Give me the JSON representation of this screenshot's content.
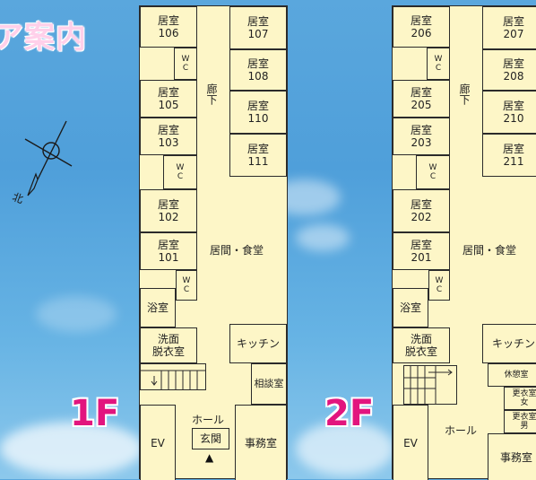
{
  "title": "ア案内",
  "compass_label": "北",
  "floors": [
    {
      "label": "1F",
      "rooms": {
        "r106": [
          "居室",
          "106"
        ],
        "r107": [
          "居室",
          "107"
        ],
        "r108": [
          "居室",
          "108"
        ],
        "r105": [
          "居室",
          "105"
        ],
        "r110": [
          "居室",
          "110"
        ],
        "r103": [
          "居室",
          "103"
        ],
        "r111": [
          "居室",
          "111"
        ],
        "r102": [
          "居室",
          "102"
        ],
        "r101": [
          "居室",
          "101"
        ],
        "wc1": [
          "W",
          "C"
        ],
        "wc2": [
          "W",
          "C"
        ],
        "wc3": [
          "W",
          "C"
        ],
        "corridor": "廊下",
        "living": "居間・食堂",
        "bath": "浴室",
        "wash": [
          "洗面",
          "脱衣室"
        ],
        "kitchen": "キッチン",
        "consult": "相談室",
        "ev": "EV",
        "hall": "ホール",
        "entrance": "玄関",
        "office": "事務室",
        "entrance_mark": "▲"
      }
    },
    {
      "label": "2F",
      "rooms": {
        "r206": [
          "居室",
          "206"
        ],
        "r207": [
          "居室",
          "207"
        ],
        "r208": [
          "居室",
          "208"
        ],
        "r205": [
          "居室",
          "205"
        ],
        "r210": [
          "居室",
          "210"
        ],
        "r203": [
          "居室",
          "203"
        ],
        "r211": [
          "居室",
          "211"
        ],
        "r202": [
          "居室",
          "202"
        ],
        "r201": [
          "居室",
          "201"
        ],
        "wc1": [
          "W",
          "C"
        ],
        "wc2": [
          "W",
          "C"
        ],
        "wc3": [
          "W",
          "C"
        ],
        "corridor": "廊下",
        "living": "居間・食堂",
        "bath": "浴室",
        "wash": [
          "洗面",
          "脱衣室"
        ],
        "kitchen": "キッチン",
        "rest": "休憩室",
        "dress_f": [
          "更衣室",
          "女"
        ],
        "dress_m": [
          "更衣室",
          "男"
        ],
        "ev": "EV",
        "hall": "ホール",
        "office": "事務室"
      }
    }
  ]
}
